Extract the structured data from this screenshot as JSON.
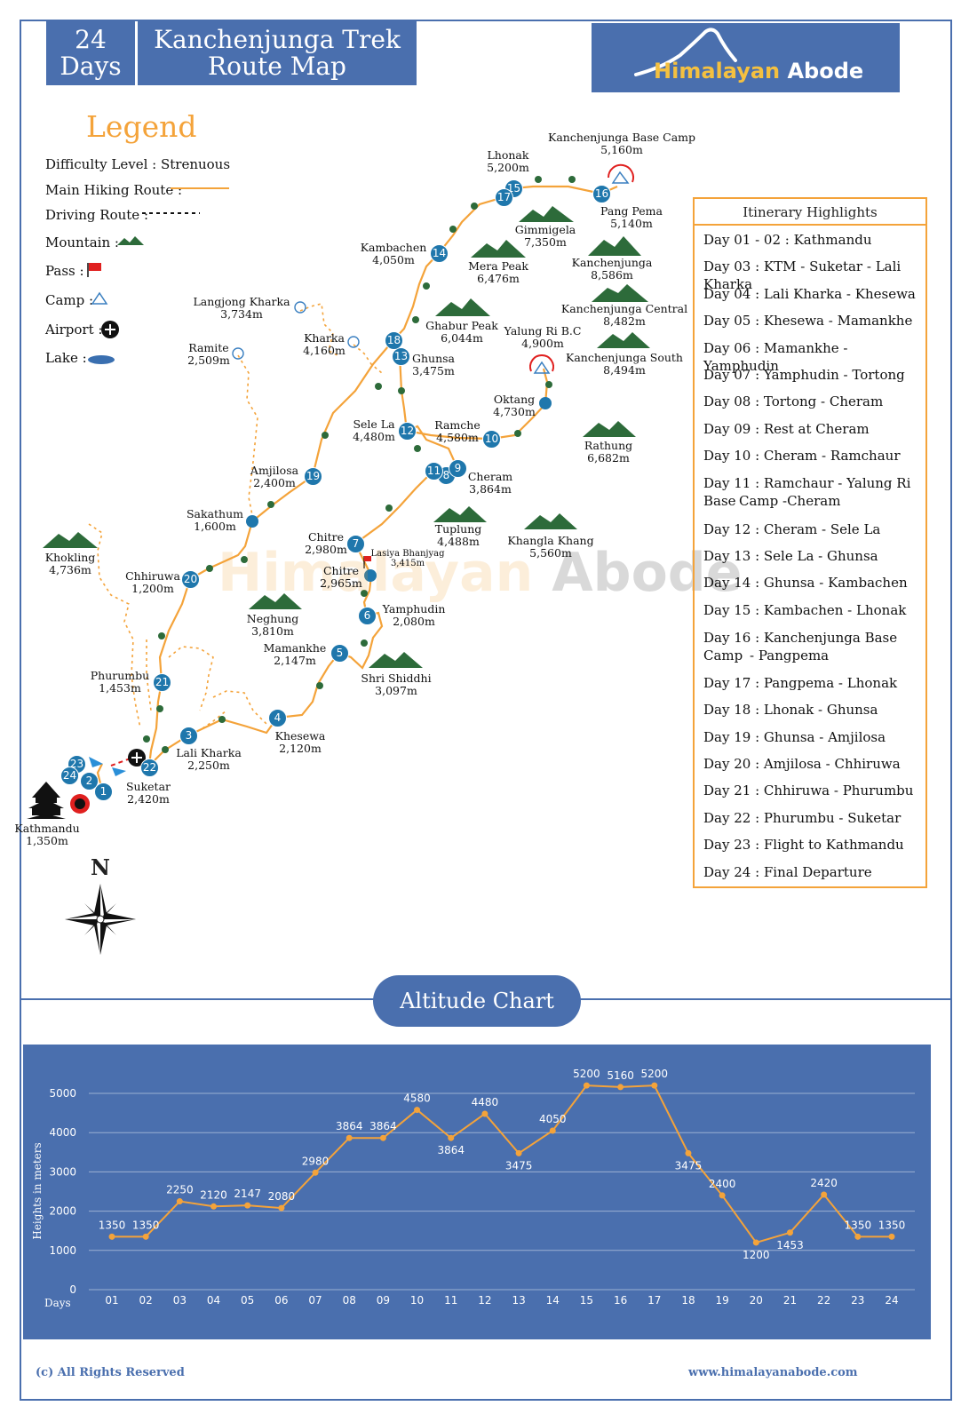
{
  "header": {
    "days_number": "24",
    "days_label": "Days",
    "title_line1": "Kanchenjunga Trek",
    "title_line2": "Route Map",
    "logo_part1": "Himalayan",
    "logo_part2": "Abode"
  },
  "legend": {
    "title": "Legend",
    "difficulty": "Difficulty Level : Strenuous",
    "main_route": "Main Hiking Route :",
    "driving_route": "Driving Route :",
    "mountain": "Mountain :",
    "pass": "Pass :",
    "camp": "Camp :",
    "airport": "Airport :",
    "lake": "Lake :"
  },
  "map_labels": [
    {
      "id": "kbc",
      "name": "Kanchenjunga Base Camp",
      "alt": "5,160m"
    },
    {
      "id": "lhonak",
      "name": "Lhonak",
      "alt": "5,200m"
    },
    {
      "id": "pangpema",
      "name": "Pang Pema",
      "alt": "5,140m"
    },
    {
      "id": "gimmigela",
      "name": "Gimmigela",
      "alt": "7,350m"
    },
    {
      "id": "kambachen",
      "name": "Kambachen",
      "alt": "4,050m"
    },
    {
      "id": "merapeak",
      "name": "Mera Peak",
      "alt": "6,476m"
    },
    {
      "id": "kanchenjunga",
      "name": "Kanchenjunga",
      "alt": "8,586m"
    },
    {
      "id": "kanchcentral",
      "name": "Kanchenjunga Central",
      "alt": "8,482m"
    },
    {
      "id": "langjong",
      "name": "Langjong Kharka",
      "alt": "3,734m"
    },
    {
      "id": "ghabur",
      "name": "Ghabur Peak",
      "alt": "6,044m"
    },
    {
      "id": "yalungri",
      "name": "Yalung Ri B.C",
      "alt": "4,900m"
    },
    {
      "id": "kanchsouth",
      "name": "Kanchenjunga South",
      "alt": "8,494m"
    },
    {
      "id": "kharka",
      "name": "Kharka",
      "alt": "4,160m"
    },
    {
      "id": "ramite",
      "name": "Ramite",
      "alt": "2,509m"
    },
    {
      "id": "ghunsa",
      "name": "Ghunsa",
      "alt": "3,475m"
    },
    {
      "id": "oktang",
      "name": "Oktang",
      "alt": "4,730m"
    },
    {
      "id": "selela",
      "name": "Sele La",
      "alt": "4,480m"
    },
    {
      "id": "ramche",
      "name": "Ramche",
      "alt": "4,580m"
    },
    {
      "id": "rathung",
      "name": "Rathung",
      "alt": "6,682m"
    },
    {
      "id": "amjilosa",
      "name": "Amjilosa",
      "alt": "2,400m"
    },
    {
      "id": "cheram",
      "name": "Cheram",
      "alt": "3,864m"
    },
    {
      "id": "sakathum",
      "name": "Sakathum",
      "alt": "1,600m"
    },
    {
      "id": "tuplung",
      "name": "Tuplung",
      "alt": "4,488m"
    },
    {
      "id": "khangla",
      "name": "Khangla Khang",
      "alt": "5,560m"
    },
    {
      "id": "chitre7",
      "name": "Chitre",
      "alt": "2,980m"
    },
    {
      "id": "lasiya",
      "name": "Lasiya Bhanjyag",
      "alt": "3,415m"
    },
    {
      "id": "khokling",
      "name": "Khokling",
      "alt": "4,736m"
    },
    {
      "id": "chhiruwa",
      "name": "Chhiruwa",
      "alt": "1,200m"
    },
    {
      "id": "chitre",
      "name": "Chitre",
      "alt": "2,965m"
    },
    {
      "id": "yamphudin",
      "name": "Yamphudin",
      "alt": "2,080m"
    },
    {
      "id": "neghung",
      "name": "Neghung",
      "alt": "3,810m"
    },
    {
      "id": "mamankhe",
      "name": "Mamankhe",
      "alt": "2,147m"
    },
    {
      "id": "phurumbu",
      "name": "Phurumbu",
      "alt": "1,453m"
    },
    {
      "id": "shrishiddhi",
      "name": "Shri Shiddhi",
      "alt": "3,097m"
    },
    {
      "id": "khesewa",
      "name": "Khesewa",
      "alt": "2,120m"
    },
    {
      "id": "lalikharka",
      "name": "Lali Kharka",
      "alt": "2,250m"
    },
    {
      "id": "suketar",
      "name": "Suketar",
      "alt": "2,420m"
    },
    {
      "id": "kathmandu",
      "name": "Kathmandu",
      "alt": "1,350m"
    }
  ],
  "day_markers": [
    "1",
    "2",
    "3",
    "4",
    "5",
    "6",
    "7",
    "8",
    "9",
    "10",
    "11",
    "12",
    "13",
    "14",
    "15",
    "16",
    "17",
    "18",
    "19",
    "20",
    "21",
    "22",
    "23",
    "24"
  ],
  "compass": "N",
  "watermark": {
    "part1": "Himalayan",
    "part2": "Abode"
  },
  "itinerary": {
    "title": "Itinerary Highlights",
    "items": [
      "Day 01 - 02 : Kathmandu",
      "Day 03 : KTM - Suketar - Lali Kharka",
      "Day 04 : Lali Kharka - Khesewa",
      "Day 05 : Khesewa - Mamankhe",
      "Day 06 : Mamankhe - Yamphudin",
      "Day 07 : Yamphudin - Tortong",
      "Day 08 : Tortong - Cheram",
      "Day 09 : Rest at Cheram",
      "Day 10 : Cheram - Ramchaur",
      "Day 11 : Ramchaur - Yalung Ri Base",
      "Camp -Cheram",
      "Day 12 : Cheram - Sele La",
      "Day 13 : Sele La - Ghunsa",
      "Day 14 : Ghunsa - Kambachen",
      "Day 15 : Kambachen - Lhonak",
      "Day 16 : Kanchenjunga Base Camp",
      "- Pangpema",
      "Day 17 : Pangpema - Lhonak",
      "Day 18 : Lhonak - Ghunsa",
      "Day 19 : Ghunsa - Amjilosa",
      "Day 20 : Amjilosa - Chhiruwa",
      "Day 21 : Chhiruwa - Phurumbu",
      "Day 22 : Phurumbu - Suketar",
      "Day 23 : Flight to Kathmandu",
      "Day 24 : Final Departure"
    ]
  },
  "altitude_chart_title": "Altitude Chart",
  "chart_data": {
    "type": "line",
    "ylabel": "Heights in meters",
    "xlabel": "Days",
    "ylim": [
      0,
      5000
    ],
    "yticks": [
      0,
      1000,
      2000,
      3000,
      4000,
      5000
    ],
    "grid": true,
    "color": "#f4a33a",
    "categories": [
      "01",
      "02",
      "03",
      "04",
      "05",
      "06",
      "07",
      "08",
      "09",
      "10",
      "11",
      "12",
      "13",
      "14",
      "15",
      "16",
      "17",
      "18",
      "19",
      "20",
      "21",
      "22",
      "23",
      "24"
    ],
    "values": [
      1350,
      1350,
      2250,
      2120,
      2147,
      2080,
      2980,
      3864,
      3864,
      4580,
      3864,
      4480,
      3475,
      4050,
      5200,
      5160,
      5200,
      3475,
      2400,
      1200,
      1453,
      2420,
      1350,
      1350
    ]
  },
  "footer": {
    "copyright": "(c) All Rights Reserved",
    "website": "www.himalayanabode.com"
  }
}
